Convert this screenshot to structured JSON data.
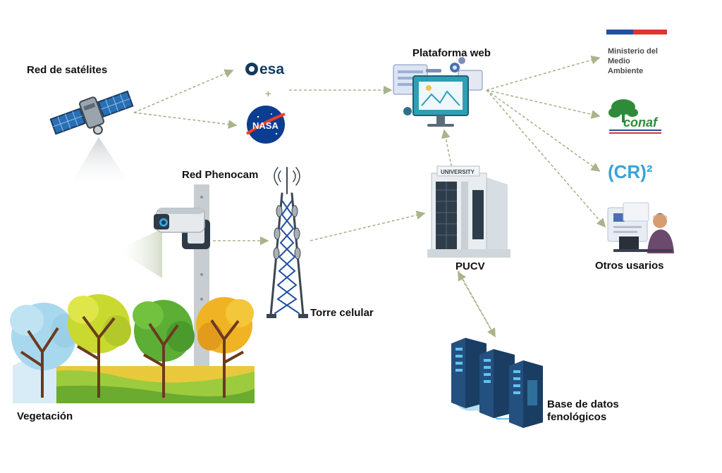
{
  "labels": {
    "satellites": "Red de satélites",
    "phenocam": "Red Phenocam",
    "platform": "Plataforma web",
    "tower": "Torre celular",
    "pucv": "PUCV",
    "vegetation": "Vegetación",
    "database_line1": "Base de datos",
    "database_line2": "fenológicos",
    "other_users": "Otros usarios"
  },
  "logos": {
    "esa": "esa",
    "nasa": "NASA",
    "plus": "+",
    "ministerio_line1": "Ministerio del",
    "ministerio_line2": "Medio",
    "ministerio_line3": "Ambiente",
    "conaf": "conaf",
    "cr2": "(CR)²",
    "university": "UNIVERSITY"
  },
  "colors": {
    "arrow": "#a8b48a",
    "blue_dark": "#1f3f6e",
    "teal": "#2f9fb5",
    "conaf_green": "#2e8b3a",
    "cr2_blue": "#3aa3d8",
    "gov_blue": "#1f4fa0",
    "gov_red": "#e0342f"
  },
  "icons": [
    "satellite-icon",
    "esa-logo",
    "nasa-logo",
    "web-platform-icon",
    "camera-icon",
    "cell-tower-icon",
    "university-building-icon",
    "server-rack-icon",
    "cloud-icon",
    "trees-illustration",
    "person-at-laptop-icon",
    "ministerio-logo",
    "conaf-logo",
    "cr2-logo"
  ]
}
